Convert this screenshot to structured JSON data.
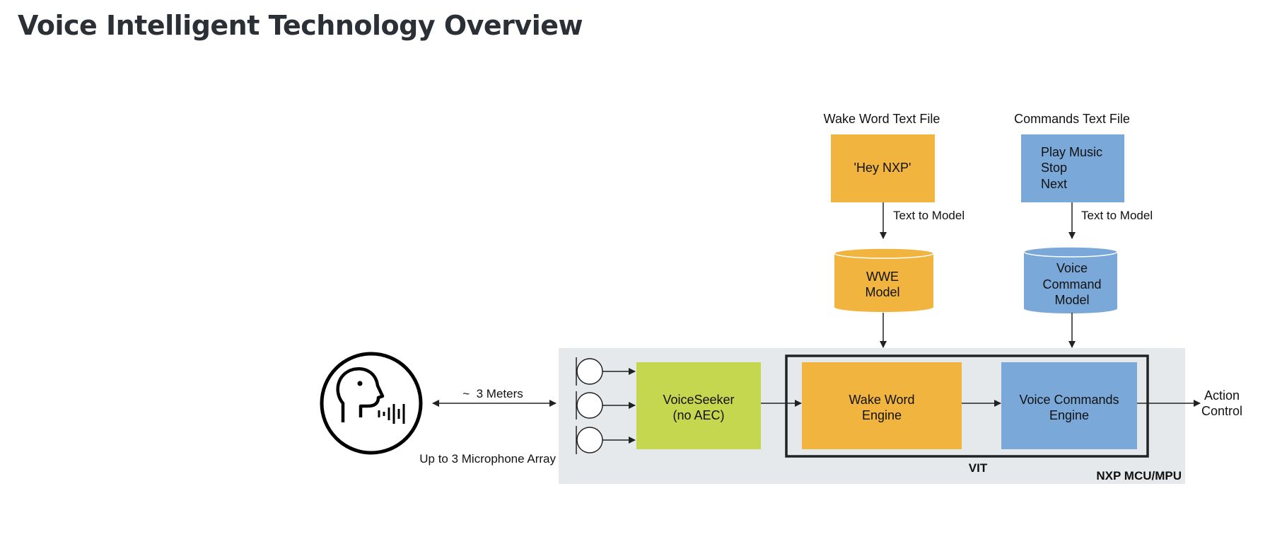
{
  "page": {
    "title": "Voice Intelligent Technology Overview"
  },
  "colors": {
    "orange": "#f0b43f",
    "blue": "#7aa8d8",
    "green": "#c5d64f",
    "panel": "#e6e9ec",
    "stroke": "#222222"
  },
  "diagram": {
    "speaker": {
      "icon": "speaking-head-icon",
      "distance_label": "~  3 Meters",
      "mic_array_label": "Up to 3 Microphone Array"
    },
    "microphones": [
      {
        "icon": "microphone-icon"
      },
      {
        "icon": "microphone-icon"
      },
      {
        "icon": "microphone-icon"
      }
    ],
    "voiceseeker": {
      "line1": "VoiceSeeker",
      "line2": "(no AEC)"
    },
    "wake_word_file": {
      "caption": "Wake Word Text File",
      "content": "'Hey NXP'",
      "arrow_label": "Text to Model"
    },
    "commands_file": {
      "caption": "Commands Text File",
      "lines": [
        "Play Music",
        "Stop",
        "Next"
      ],
      "arrow_label": "Text to Model"
    },
    "wwe_model": {
      "line1": "WWE",
      "line2": "Model"
    },
    "vc_model": {
      "line1": "Voice",
      "line2": "Command",
      "line3": "Model"
    },
    "wake_word_engine": {
      "line1": "Wake Word",
      "line2": "Engine"
    },
    "voice_commands_engine": {
      "line1": "Voice Commands",
      "line2": "Engine"
    },
    "output": {
      "line1": "Action",
      "line2": "Control"
    },
    "vit_label": "VIT",
    "platform_label": "NXP MCU/MPU"
  }
}
